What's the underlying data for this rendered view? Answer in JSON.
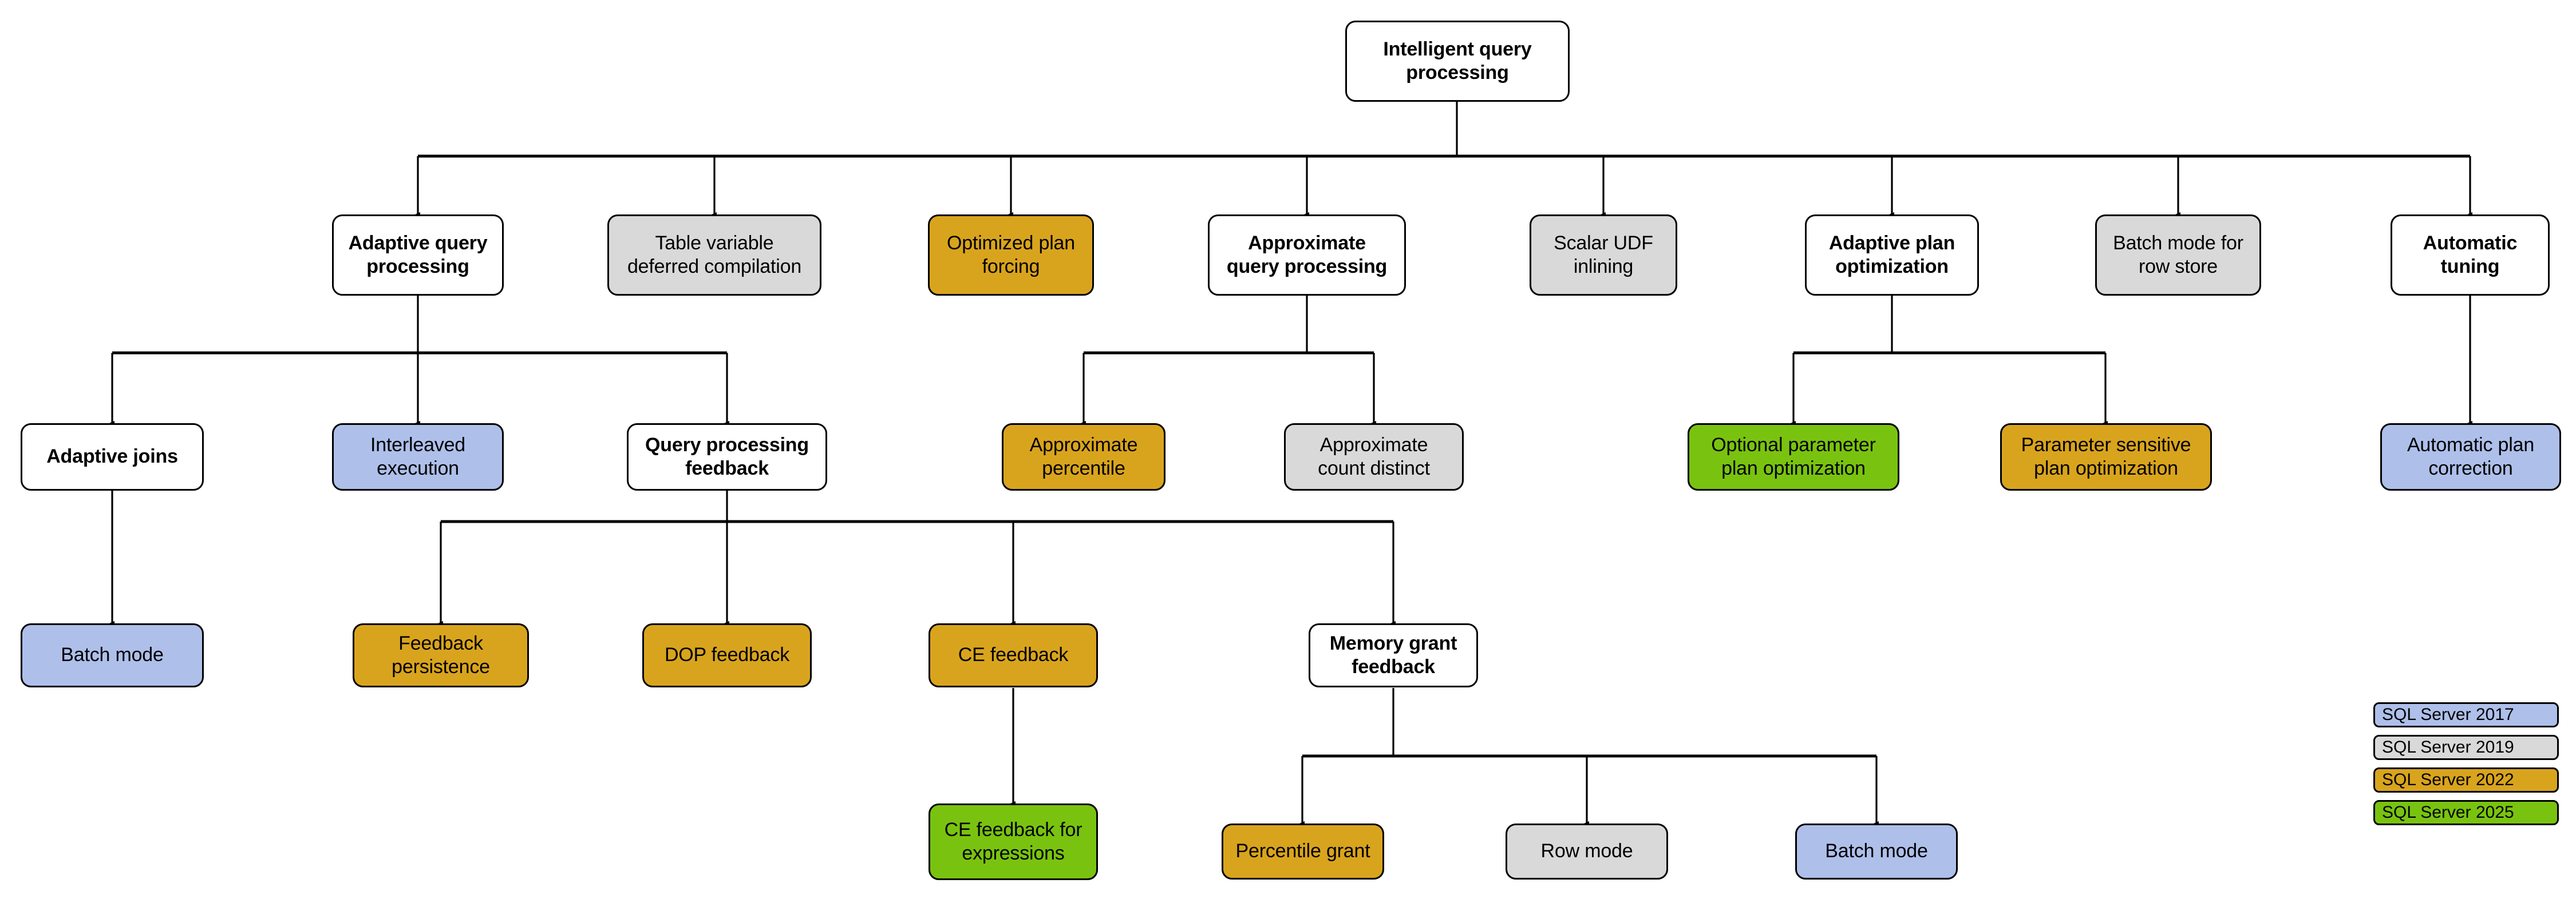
{
  "diagram": {
    "title": "Intelligent query processing",
    "palette": {
      "white": "#ffffff",
      "blue": "#aebfea",
      "gray": "#d9d9d9",
      "orange": "#d9a41d",
      "green": "#79c310",
      "stroke": "#000000"
    },
    "nodes": {
      "root": "Intelligent query\nprocessing",
      "adaptive_query_processing": "Adaptive query\nprocessing",
      "table_variable_deferred_compilation": "Table variable\ndeferred compilation",
      "optimized_plan_forcing": "Optimized plan\nforcing",
      "approximate_query_processing": "Approximate\nquery processing",
      "scalar_udf_inlining": "Scalar UDF\ninlining",
      "adaptive_plan_optimization": "Adaptive plan\noptimization",
      "batch_mode_for_row_store": "Batch mode for\nrow store",
      "automatic_tuning": "Automatic\ntuning",
      "adaptive_joins": "Adaptive joins",
      "interleaved_execution": "Interleaved\nexecution",
      "query_processing_feedback": "Query processing\nfeedback",
      "approximate_percentile": "Approximate\npercentile",
      "approximate_count_distinct": "Approximate\ncount distinct",
      "optional_parameter_plan_optimization": "Optional parameter\nplan optimization",
      "parameter_sensitive_plan_optimization": "Parameter sensitive\nplan optimization",
      "automatic_plan_correction": "Automatic plan\ncorrection",
      "batch_mode_adaptive_joins": "Batch mode",
      "feedback_persistence": "Feedback\npersistence",
      "dop_feedback": "DOP feedback",
      "ce_feedback": "CE feedback",
      "memory_grant_feedback": "Memory grant\nfeedback",
      "ce_feedback_for_expressions": "CE feedback for\nexpressions",
      "percentile_grant": "Percentile grant",
      "row_mode": "Row mode",
      "batch_mode_memory_grant": "Batch mode"
    }
  },
  "legend": {
    "items": [
      {
        "label": "SQL Server 2017",
        "color_key": "blue"
      },
      {
        "label": "SQL Server 2019",
        "color_key": "gray"
      },
      {
        "label": "SQL Server 2022",
        "color_key": "orange"
      },
      {
        "label": "SQL Server 2025",
        "color_key": "green"
      }
    ]
  }
}
